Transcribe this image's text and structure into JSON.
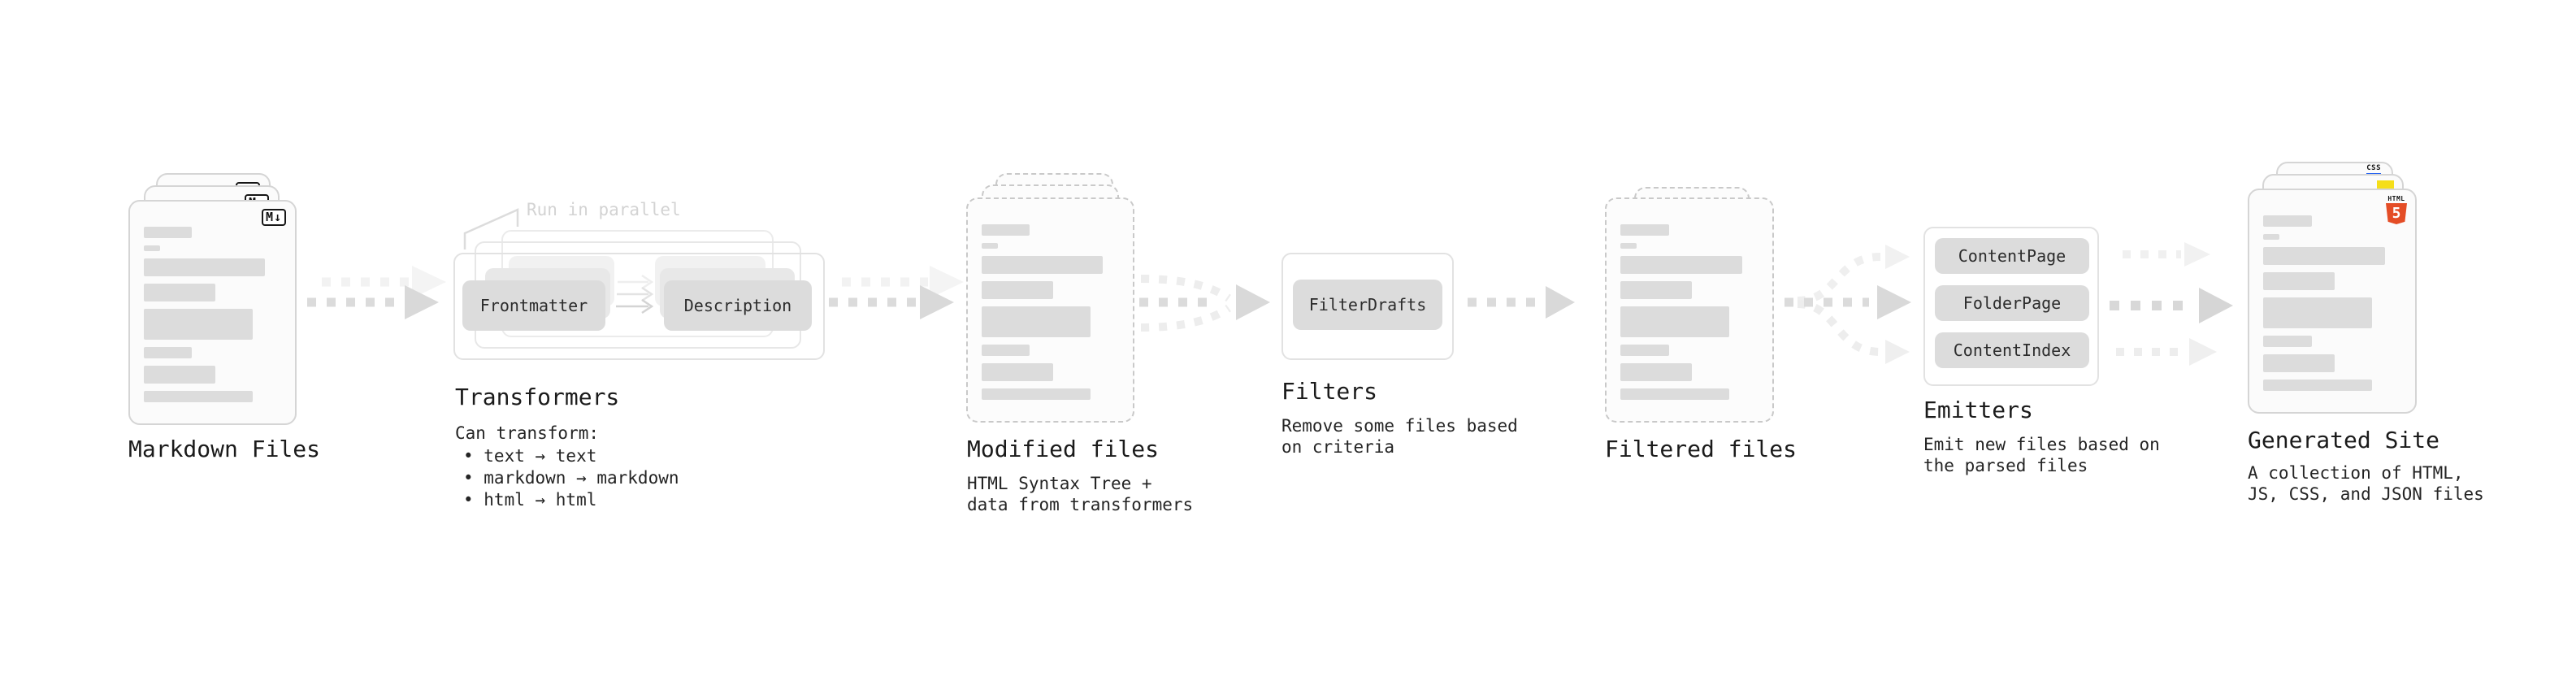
{
  "stages": {
    "markdown": {
      "label": "Markdown Files"
    },
    "transformers": {
      "label": "Transformers",
      "annotation": "Run in parallel",
      "box_frontmatter": "Frontmatter",
      "box_description": "Description",
      "desc_heading": "Can transform:",
      "bullets": [
        "• text → text",
        "• markdown → markdown",
        "• html → html"
      ]
    },
    "modified": {
      "label": "Modified files",
      "desc_line1": "HTML Syntax Tree +",
      "desc_line2": "data from transformers"
    },
    "filters": {
      "label": "Filters",
      "box_filterdrafts": "FilterDrafts",
      "desc_line1": "Remove some files based",
      "desc_line2": "on criteria"
    },
    "filtered": {
      "label": "Filtered files"
    },
    "emitters": {
      "label": "Emitters",
      "box_contentpage": "ContentPage",
      "box_folderpage": "FolderPage",
      "box_contentindex": "ContentIndex",
      "desc_line1": "Emit new files based on",
      "desc_line2": "the parsed files"
    },
    "generated": {
      "label": "Generated Site",
      "desc_line1": "A collection of HTML,",
      "desc_line2": "JS, CSS, and JSON files"
    }
  },
  "icons": {
    "markdown_badge": "M↓",
    "html5_wordmark": "HTML",
    "html5_numeral": "5",
    "css_badge": "CSS"
  },
  "colors": {
    "html5_orange": "#E44D26",
    "js_yellow": "#F5DE19",
    "css_blue": "#2965F1",
    "arrow_gray": "#DBDBDB",
    "arrow_ghost_gray": "#F1F1F1",
    "placeholder_gray": "#DCDCDC"
  }
}
